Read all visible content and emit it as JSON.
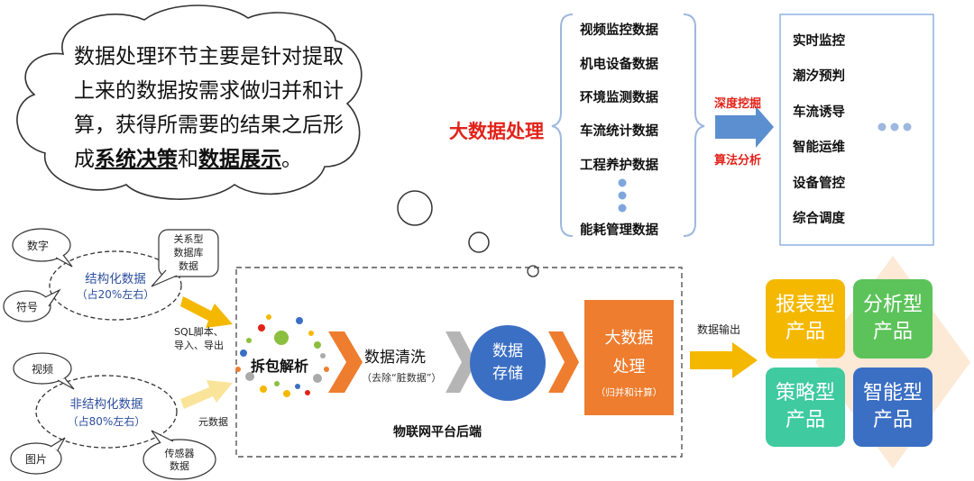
{
  "cloud": {
    "line1": "数据处理环节主要是针对提取",
    "line2": "上来的数据按需求做归并和计",
    "line3": "算，获得所需要的结果之后形",
    "line4_pre": "成",
    "line4_b1": "系统决策",
    "line4_mid": "和",
    "line4_b2": "数据展示",
    "line4_end": "。"
  },
  "big_data_label": "大数据处理",
  "data_sources": [
    "视频监控数据",
    "机电设备数据",
    "环境监测数据",
    "车流统计数据",
    "工程养护数据",
    "能耗管理数据"
  ],
  "arrow_top_label": "深度挖掘",
  "arrow_bottom_label": "算法分析",
  "applications": [
    "实时监控",
    "潮汐预判",
    "车流诱导",
    "智能运维",
    "设备管控",
    "综合调度"
  ],
  "structured": {
    "title": "结构化数据",
    "share": "（占20%左右）",
    "bubble_number": "数字",
    "bubble_symbol": "符号",
    "bubble_db_l1": "关系型",
    "bubble_db_l2": "数据库",
    "bubble_db_l3": "数据"
  },
  "unstructured": {
    "title": "非结构化数据",
    "share": "（占80%左右）",
    "bubble_video": "视频",
    "bubble_image": "图片",
    "bubble_sensor_l1": "传感器",
    "bubble_sensor_l2": "数据"
  },
  "sql_label_l1": "SQL脚本、",
  "sql_label_l2": "导入、导出",
  "meta_label": "元数据",
  "pipeline": {
    "parse": "拆包解析",
    "clean": "数据清洗",
    "clean_sub": "（去除“脏数据”）",
    "store_l1": "数据",
    "store_l2": "存储",
    "bigdata_l1": "大数据",
    "bigdata_l2": "处理",
    "bigdata_sub": "（归并和计算）",
    "platform": "物联网平台后端"
  },
  "output_label": "数据输出",
  "products": [
    {
      "l1": "报表型",
      "l2": "产品",
      "color": "#f5b800"
    },
    {
      "l1": "分析型",
      "l2": "产品",
      "color": "#5cc35a"
    },
    {
      "l1": "策略型",
      "l2": "产品",
      "color": "#3fcaa0"
    },
    {
      "l1": "智能型",
      "l2": "产品",
      "color": "#3b6fc4"
    }
  ],
  "colors": {
    "red": "#e2231a",
    "orange": "#ee7d2f",
    "blue": "#3b6fc4",
    "arrow_blue": "#5b8fd0",
    "yellow": "#f5b800"
  }
}
